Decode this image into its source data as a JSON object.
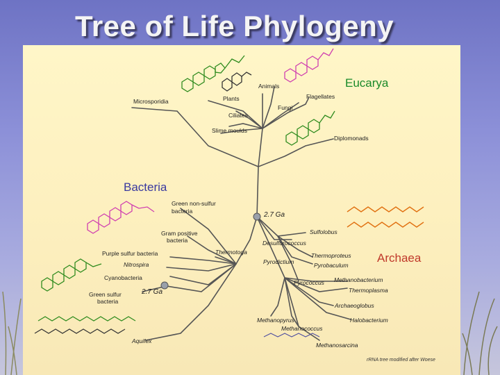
{
  "title": "Tree of Life Phylogeny",
  "domains": {
    "eucarya": "Eucarya",
    "bacteria": "Bacteria",
    "archaea": "Archaea"
  },
  "eucarya_taxa": {
    "animals": "Animals",
    "plants": "Plants",
    "microsporidia": "Microsporidia",
    "ciliates": "Ciliates",
    "fungi": "Fungi",
    "flagellates": "Flagellates",
    "slime_moulds": "Slime moulds",
    "diplomonads": "Diplomonads"
  },
  "bacteria_taxa": {
    "green_non_sulfur_1": "Green non-sulfur",
    "green_non_sulfur_2": "bacteria",
    "gram_positive_1": "Gram positive",
    "gram_positive_2": "bacteria",
    "purple_sulfur": "Purple sulfur bacteria",
    "nitrospira": "Nitrospira",
    "cyanobacteria": "Cyanobacteria",
    "green_sulfur_1": "Green sulfur",
    "green_sulfur_2": "bacteria",
    "thermotoga": "Thermotoga",
    "aquifex": "Aquifex"
  },
  "archaea_taxa": {
    "sulfolobus": "Sulfolobus",
    "desulfurococcus": "Desulfurococcus",
    "thermoproteus": "Thermoproteus",
    "pyrodictium": "Pyrodictium",
    "pyrobaculum": "Pyrobaculum",
    "pyrococcus": "Pyrococcus",
    "methanobacterium": "Methanobacterium",
    "thermoplasma": "Thermoplasma",
    "archaeoglobus": "Archaeoglobus",
    "halobacterium": "Halobacterium",
    "methanopyrus": "Methanopyrus",
    "methanococcus": "Methanococcus",
    "methanosarcina": "Methanosarcina"
  },
  "time_markers": {
    "upper": "2.7 Ga",
    "lower": "2.7 Ga"
  },
  "credit": "rRNA tree modified after Woese",
  "colors": {
    "eucarya": "#1a8a2a",
    "bacteria": "#3a3aa0",
    "archaea": "#c0392b",
    "molecule_green": "#2e8b1e",
    "molecule_magenta": "#d040b0",
    "molecule_orange": "#e07010",
    "molecule_black": "#333333",
    "branch": "#555555",
    "marker": "#9aa0aa"
  }
}
